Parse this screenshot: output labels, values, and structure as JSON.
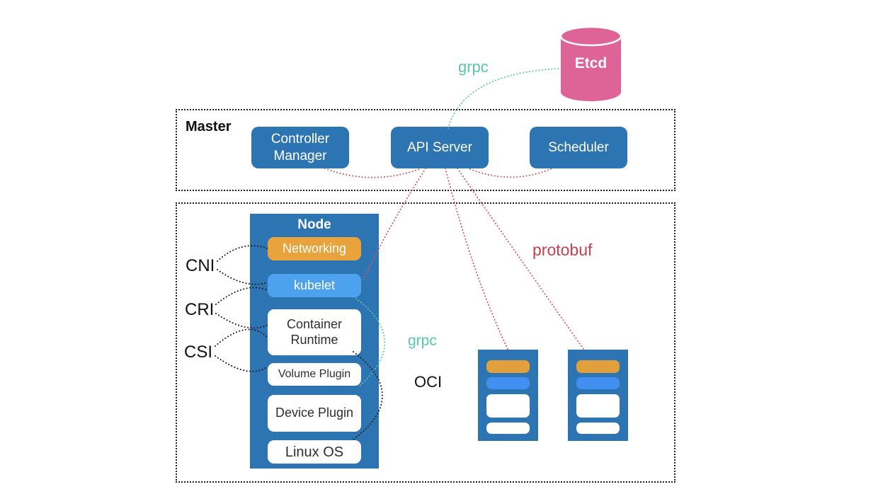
{
  "etcd": {
    "label": "Etcd"
  },
  "master": {
    "label": "Master",
    "components": [
      {
        "label": "Controller Manager"
      },
      {
        "label": "API Server"
      },
      {
        "label": "Scheduler"
      }
    ]
  },
  "node": {
    "label": "Node",
    "layers": [
      {
        "label": "Networking"
      },
      {
        "label": "kubelet"
      },
      {
        "label": "Container Runtime"
      },
      {
        "label": "Volume Plugin"
      },
      {
        "label": "Device Plugin"
      },
      {
        "label": "Linux OS"
      }
    ]
  },
  "interface_labels": [
    {
      "label": "CNI"
    },
    {
      "label": "CRI"
    },
    {
      "label": "CSI"
    }
  ],
  "connection_labels": {
    "grpc_etcd": "grpc",
    "grpc_runtime": "grpc",
    "oci": "OCI",
    "protobuf": "protobuf"
  },
  "worker_nodes": {
    "count": 2,
    "bars": [
      "networking",
      "kubelet",
      "runtime",
      "os"
    ]
  },
  "colors": {
    "primary_blue": "#2d74b3",
    "kubelet_blue": "#4da2f0",
    "networking_orange": "#e9a33d",
    "etcd_pink": "#de6498",
    "grpc_teal": "#57c9a7",
    "protobuf_red": "#c5404e",
    "line_red": "#cf5766",
    "line_black": "#1a1a1a"
  }
}
